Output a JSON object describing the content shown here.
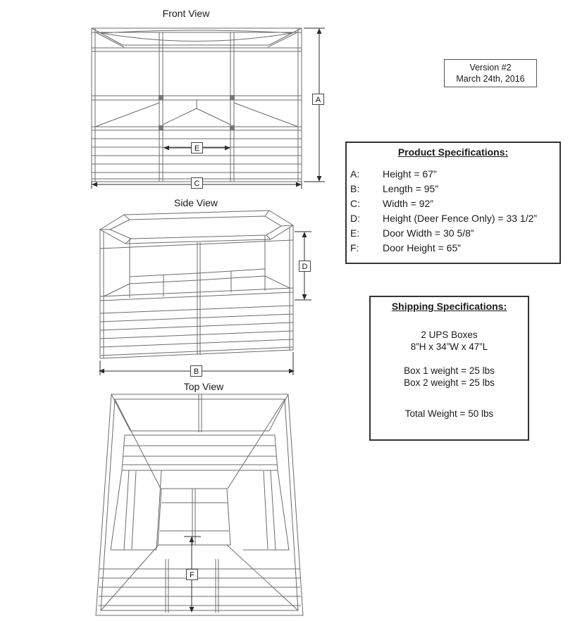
{
  "views": {
    "front": {
      "title": "Front View"
    },
    "side": {
      "title": "Side View"
    },
    "top": {
      "title": "Top View"
    }
  },
  "dim_labels": {
    "A": "A",
    "B": "B",
    "C": "C",
    "D": "D",
    "E": "E",
    "F": "F"
  },
  "version_box": {
    "line1": "Version #2",
    "line2": "March 24th, 2016"
  },
  "product_specs": {
    "title": "Product Specifications:",
    "items": [
      {
        "key": "A:",
        "value": "Height = 67”"
      },
      {
        "key": "B:",
        "value": "Length = 95”"
      },
      {
        "key": "C:",
        "value": "Width = 92”"
      },
      {
        "key": "D:",
        "value": "Height (Deer Fence Only) = 33 1/2”"
      },
      {
        "key": "E:",
        "value": "Door Width = 30 5/8”"
      },
      {
        "key": "F:",
        "value": "Door Height = 65”"
      }
    ]
  },
  "shipping_specs": {
    "title": "Shipping Specifications:",
    "box_lines": [
      "2 UPS Boxes",
      "8”H x 34”W x 47”L"
    ],
    "weight_lines": [
      "Box 1 weight = 25 lbs",
      "Box 2 weight = 25 lbs"
    ],
    "total_line": "Total Weight = 50 lbs"
  },
  "colors": {
    "line": "#6b6b6b",
    "dimension": "#2b2b2b",
    "text": "#1a1a1a"
  }
}
